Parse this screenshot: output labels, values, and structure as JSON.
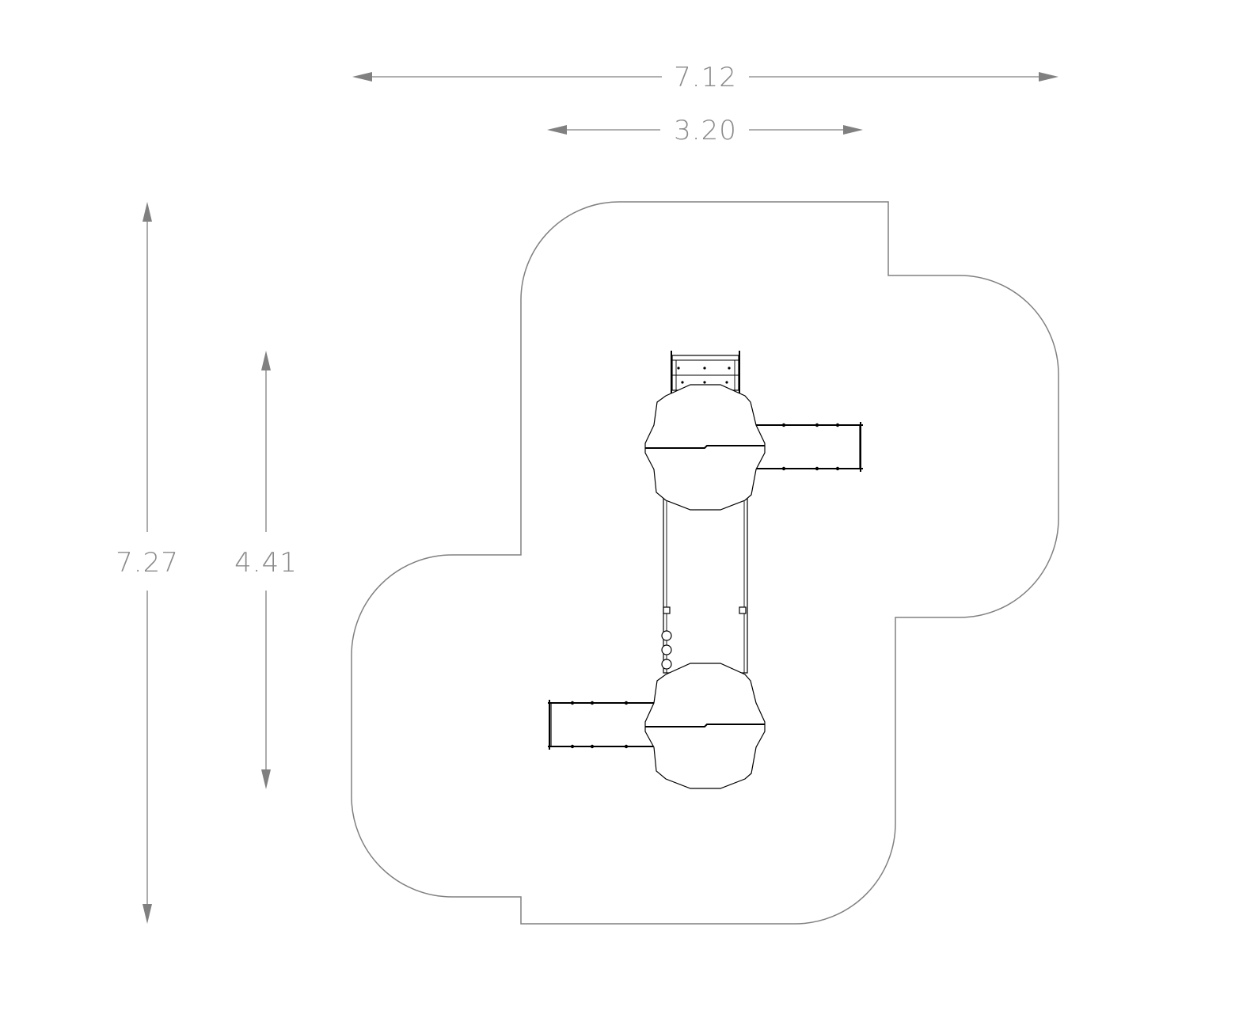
{
  "dimensions": {
    "overall_width": "7.12",
    "equipment_width": "3.20",
    "overall_length": "7.27",
    "equipment_length": "4.41"
  },
  "colors": {
    "dimension": "#808080",
    "zone_outline": "#808080",
    "equipment": "#000000",
    "background": "#ffffff"
  }
}
